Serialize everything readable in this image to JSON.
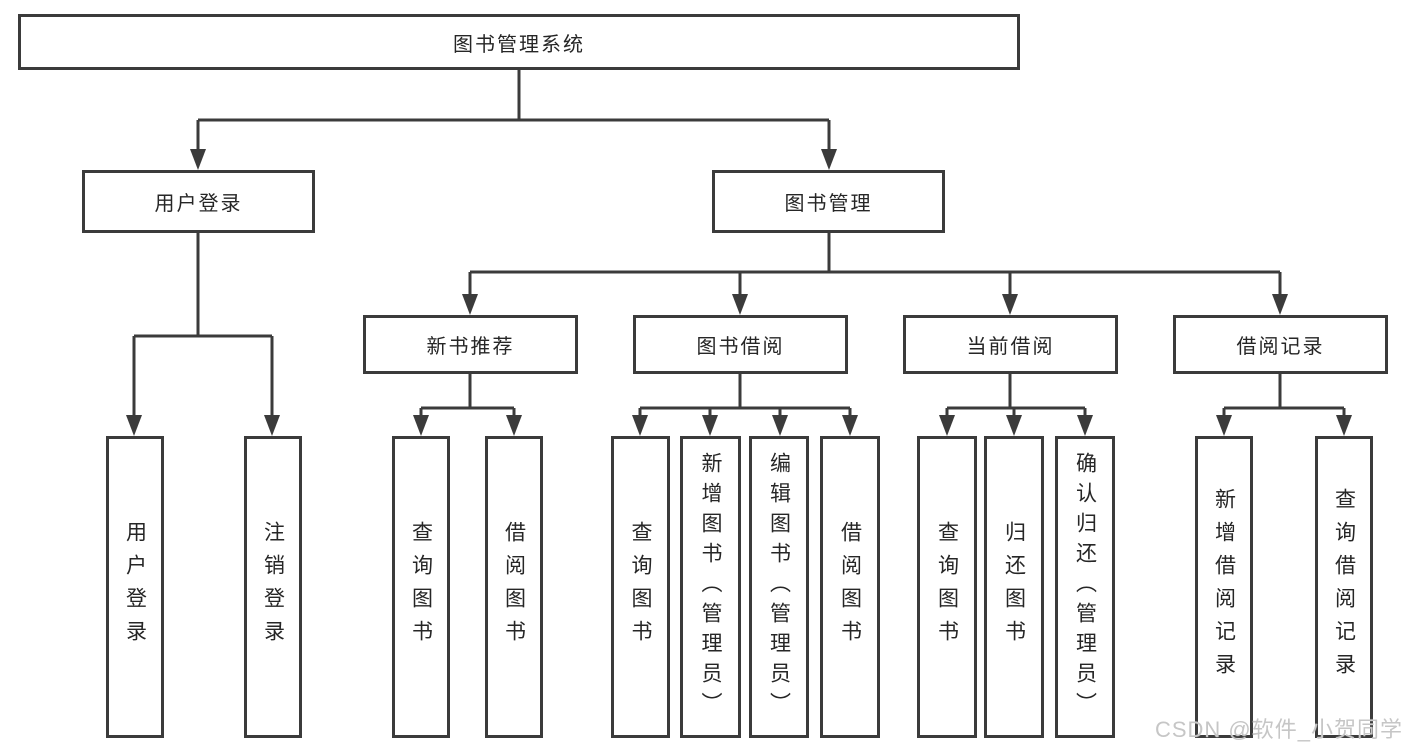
{
  "diagram": {
    "root": {
      "label": "图书管理系统"
    },
    "level2": [
      {
        "label": "用户登录"
      },
      {
        "label": "图书管理"
      }
    ],
    "level3": [
      {
        "label": "新书推荐"
      },
      {
        "label": "图书借阅"
      },
      {
        "label": "当前借阅"
      },
      {
        "label": "借阅记录"
      }
    ],
    "leaves": [
      {
        "label": "用户登录"
      },
      {
        "label": "注销登录"
      },
      {
        "label": "查询图书"
      },
      {
        "label": "借阅图书"
      },
      {
        "label": "查询图书"
      },
      {
        "label": "新增图书（管理员）"
      },
      {
        "label": "编辑图书（管理员）"
      },
      {
        "label": "借阅图书"
      },
      {
        "label": "查询图书"
      },
      {
        "label": "归还图书"
      },
      {
        "label": "确认归还（管理员）"
      },
      {
        "label": "新增借阅记录"
      },
      {
        "label": "查询借阅记录"
      }
    ],
    "watermark": "CSDN @软件_小贺同学",
    "colors": {
      "line": "#3b3b3b",
      "text": "#262626",
      "background": "#ffffff",
      "watermark": "#c6c6c6"
    }
  }
}
